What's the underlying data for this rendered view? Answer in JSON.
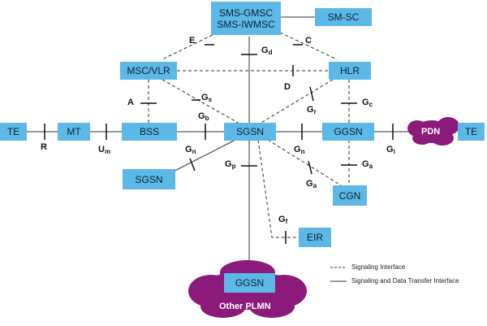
{
  "colors": {
    "node_fill": "#5cb8e6",
    "cloud_fill": "#8b1a7a",
    "line": "#333333"
  },
  "nodes": {
    "sms_gmsc": {
      "line1": "SMS-GMSC",
      "line2": "SMS-IWMSC"
    },
    "sm_sc": "SM-SC",
    "msc_vlr": "MSC/VLR",
    "hlr": "HLR",
    "te_left": "TE",
    "mt": "MT",
    "bss": "BSS",
    "sgsn": "SGSN",
    "ggsn": "GGSN",
    "pdn": "PDN",
    "te_right": "TE",
    "sgsn2": "SGSN",
    "cgn": "CGN",
    "eir": "EIR",
    "ggsn_other": "GGSN",
    "other_plmn": "Other PLMN"
  },
  "interfaces": {
    "E": {
      "main": "E",
      "sub": ""
    },
    "C": {
      "main": "C",
      "sub": ""
    },
    "Gd": {
      "main": "G",
      "sub": "d"
    },
    "D": {
      "main": "D",
      "sub": ""
    },
    "A": {
      "main": "A",
      "sub": ""
    },
    "Gs": {
      "main": "G",
      "sub": "s"
    },
    "Gr": {
      "main": "G",
      "sub": "r"
    },
    "Gc": {
      "main": "G",
      "sub": "c"
    },
    "Gb": {
      "main": "G",
      "sub": "b"
    },
    "R": {
      "main": "R",
      "sub": ""
    },
    "Um": {
      "main": "U",
      "sub": "m"
    },
    "Gn1": {
      "main": "G",
      "sub": "n"
    },
    "Gn2": {
      "main": "G",
      "sub": "n"
    },
    "Gi": {
      "main": "G",
      "sub": "i"
    },
    "Gp": {
      "main": "G",
      "sub": "p"
    },
    "Ga1": {
      "main": "G",
      "sub": "a"
    },
    "Ga2": {
      "main": "G",
      "sub": "a"
    },
    "Gf": {
      "main": "G",
      "sub": "f"
    }
  },
  "legend": {
    "signaling": "Signaling Interface",
    "signaling_data": "Signaling and Data Transfer Interface"
  }
}
